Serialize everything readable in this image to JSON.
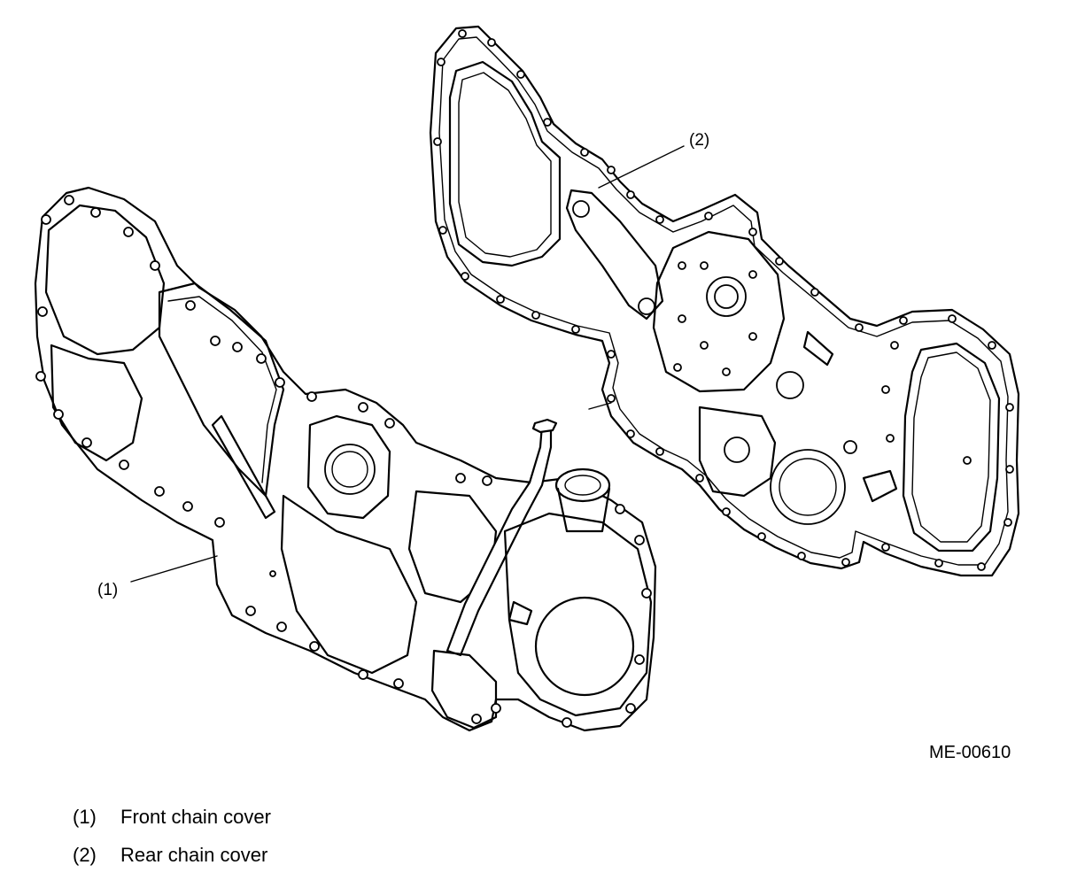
{
  "figure_code": "ME-00610",
  "callouts": [
    {
      "label": "(1)"
    },
    {
      "label": "(2)"
    }
  ],
  "legend": [
    {
      "num": "(1)",
      "text": "Front chain cover"
    },
    {
      "num": "(2)",
      "text": "Rear chain cover"
    }
  ]
}
